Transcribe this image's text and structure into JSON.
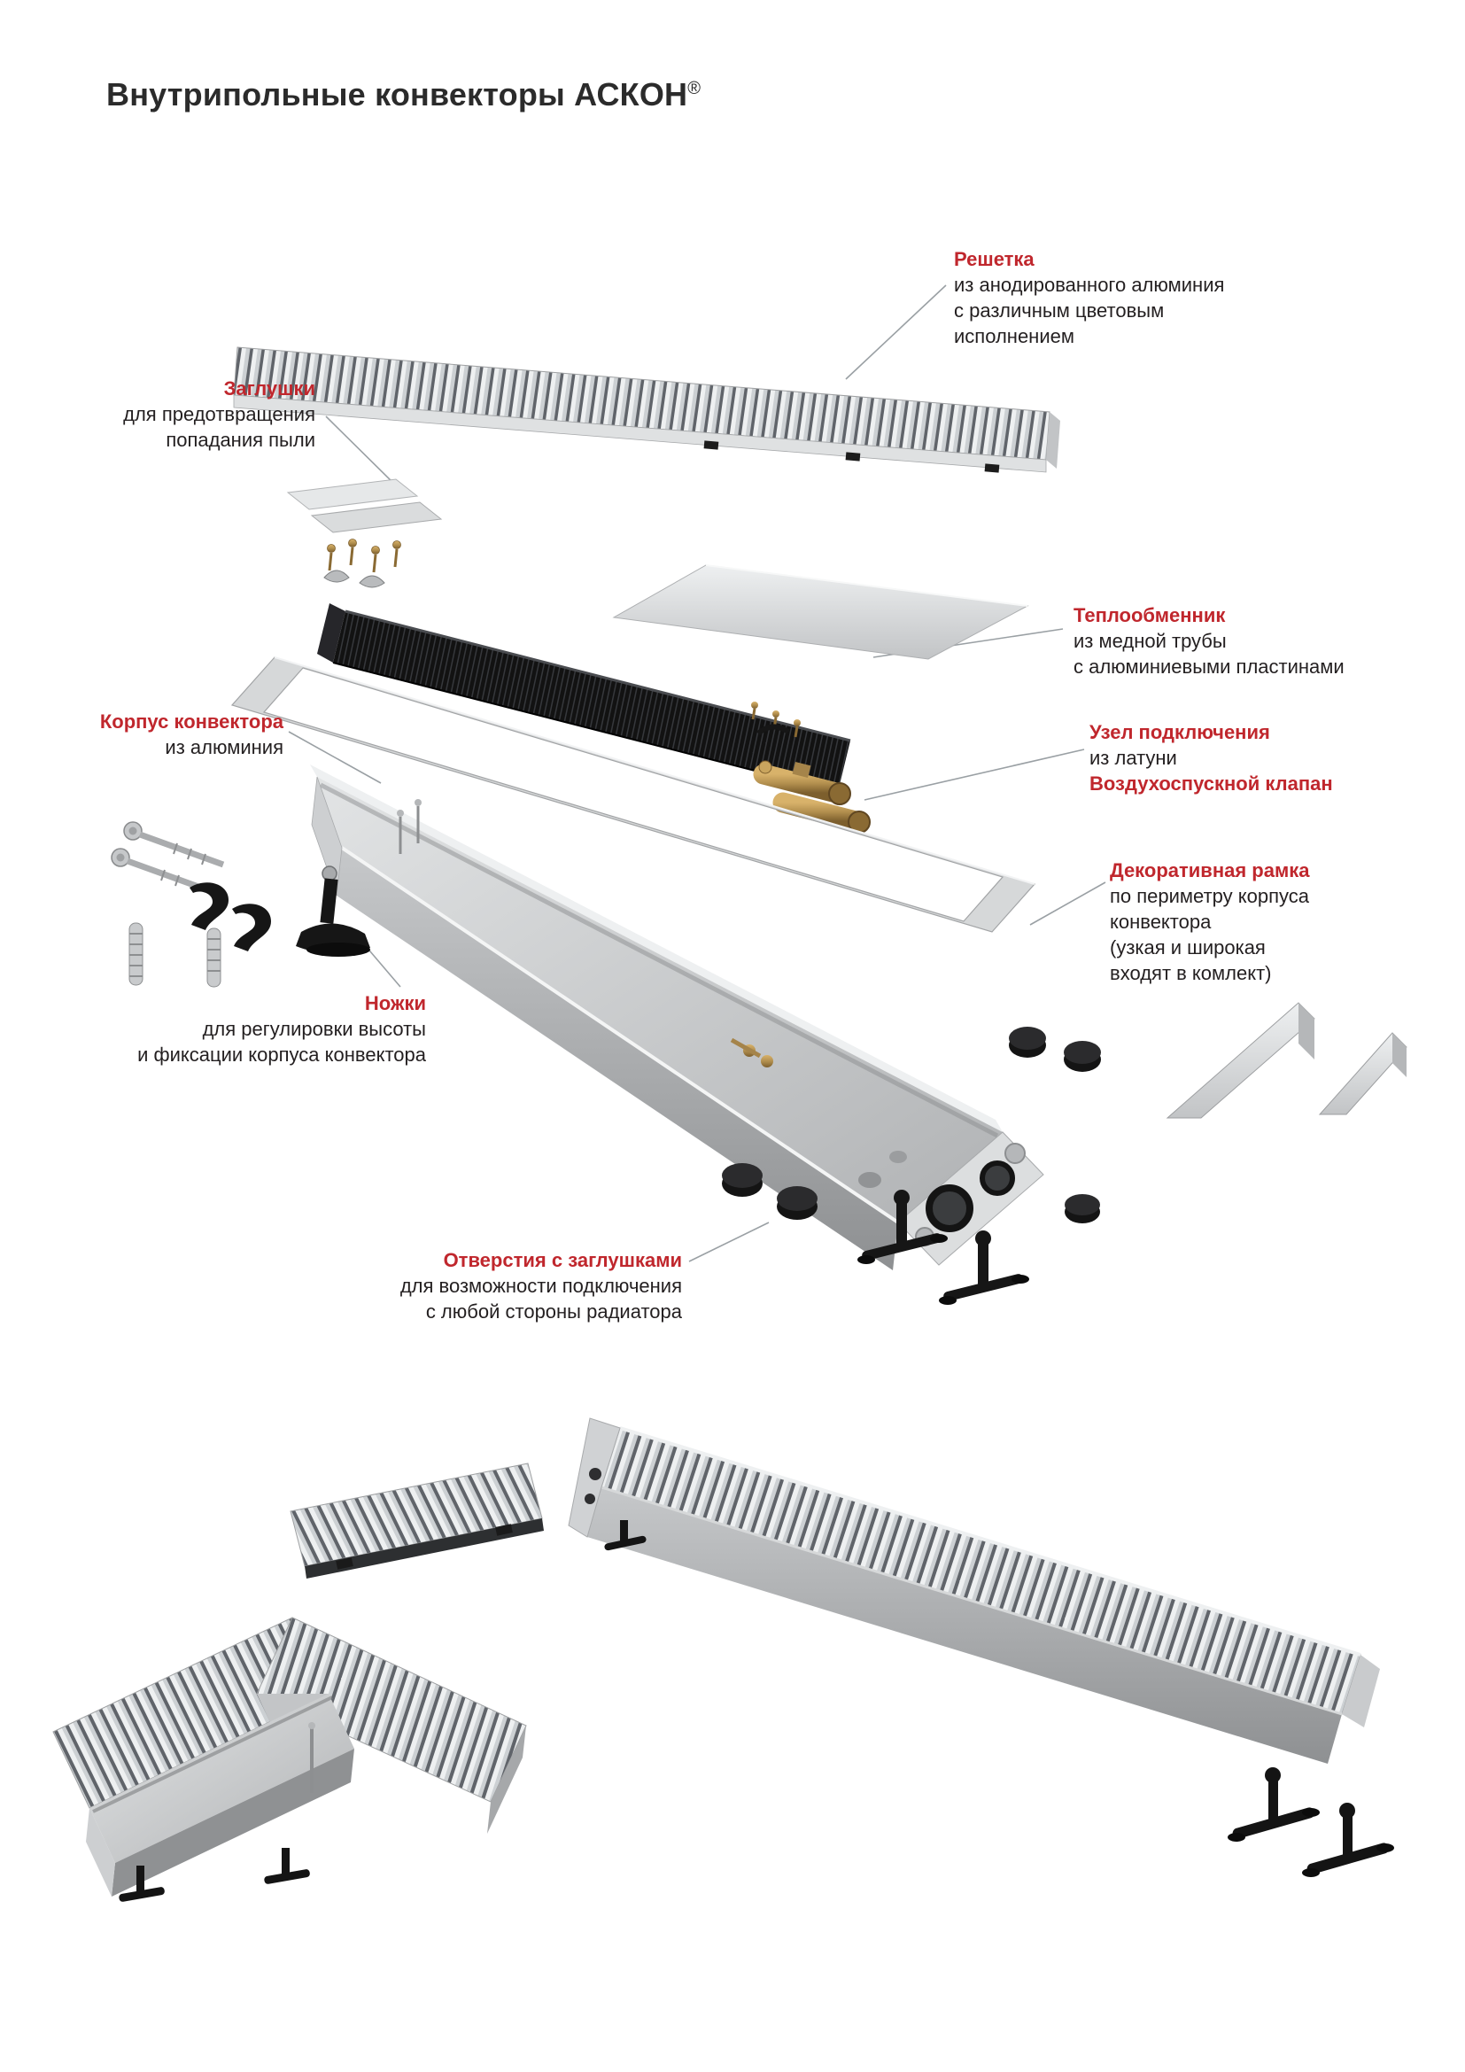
{
  "page": {
    "title": "Внутрипольные конвекторы АСКОН",
    "registered_mark": "®"
  },
  "colors": {
    "accent": "#c0272d",
    "text": "#231f20",
    "leader_line": "#9aa0a4",
    "aluminium_light": "#eceeef",
    "aluminium_dark": "#8e9092",
    "brass": "#b28f4e"
  },
  "labels": {
    "grille": {
      "heading": "Решетка",
      "lines": [
        "из анодированного алюминия",
        "с различным цветовым",
        "исполнением"
      ]
    },
    "dust_caps": {
      "heading": "Заглушки",
      "lines": [
        "для предотвращения",
        "попадания пыли"
      ]
    },
    "heat_exchanger": {
      "heading": "Теплообменник",
      "lines": [
        "из медной трубы",
        "с алюминиевыми пластинами"
      ]
    },
    "body": {
      "heading": "Корпус конвектора",
      "lines": [
        "из алюминия"
      ]
    },
    "connection_unit": {
      "heading": "Узел подключения",
      "line": "из латуни",
      "heading2": "Воздухоспускной клапан"
    },
    "decor_frame": {
      "heading": "Декоративная рамка",
      "lines": [
        "по периметру корпуса",
        "конвектора",
        "(узкая и широкая",
        "входят в комлект)"
      ]
    },
    "legs": {
      "heading": "Ножки",
      "lines": [
        "для регулировки высоты",
        "и фиксации корпуса конвектора"
      ]
    },
    "side_holes": {
      "heading": "Отверстия с заглушками",
      "lines": [
        "для возможности подключения",
        "с любой стороны радиатора"
      ]
    }
  }
}
